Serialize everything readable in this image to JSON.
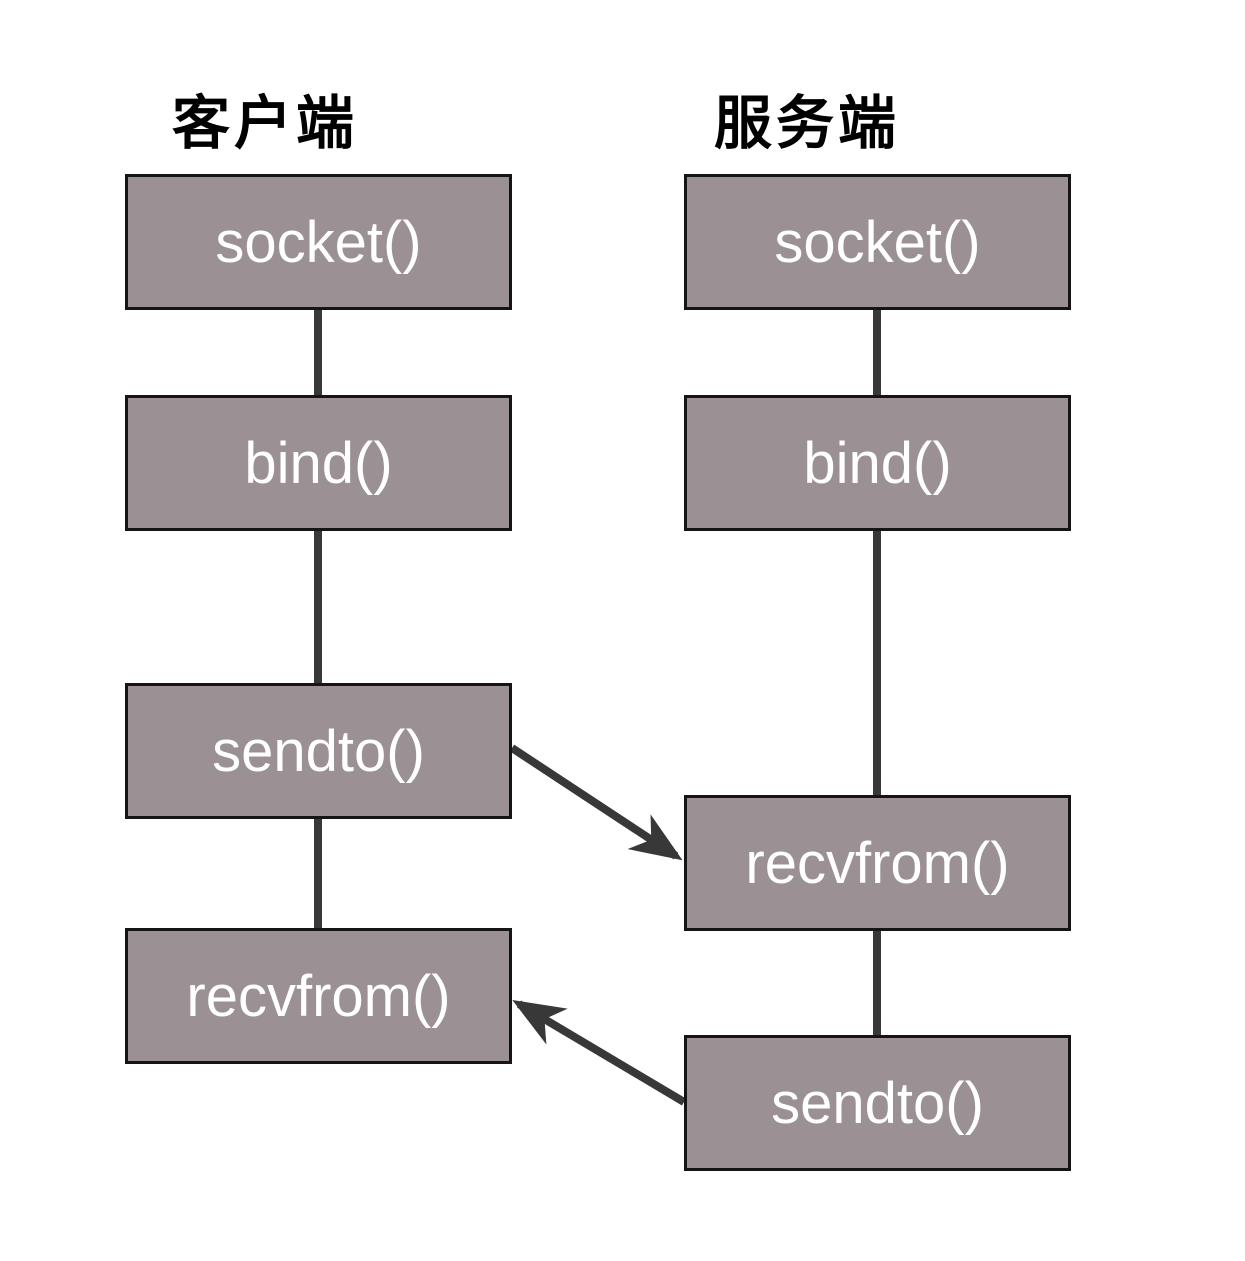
{
  "diagram": {
    "type": "flow-diagram",
    "subject": "UDP socket communication flow",
    "columns": [
      {
        "id": "client",
        "title": "客户端",
        "nodes": [
          {
            "label": "socket()"
          },
          {
            "label": "bind()"
          },
          {
            "label": "sendto()"
          },
          {
            "label": "recvfrom()"
          }
        ]
      },
      {
        "id": "server",
        "title": "服务端",
        "nodes": [
          {
            "label": "socket()"
          },
          {
            "label": "bind()"
          },
          {
            "label": "recvfrom()"
          },
          {
            "label": "sendto()"
          }
        ]
      }
    ],
    "arrows": [
      {
        "from": "客户端 sendto()",
        "to": "服务端 recvfrom()"
      },
      {
        "from": "服务端 sendto()",
        "to": "客户端 recvfrom()"
      }
    ],
    "colors": {
      "box_fill": "#9b9093",
      "box_border": "#151515",
      "box_text": "#ffffff",
      "connector": "#383838",
      "title_text": "#000000",
      "background": "#ffffff"
    }
  }
}
